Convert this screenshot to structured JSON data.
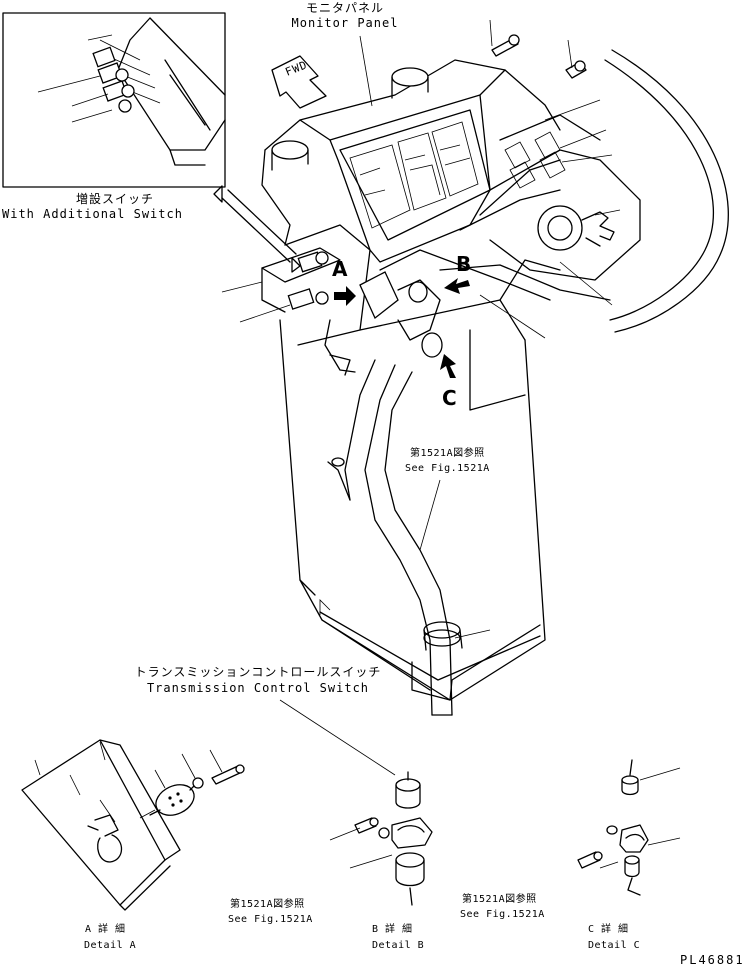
{
  "labels": {
    "monitor_panel_jp": "モニタパネル",
    "monitor_panel_en": "Monitor Panel",
    "fwd": "FWD",
    "additional_switch_jp": "増設スイッチ",
    "additional_switch_en": "With Additional Switch",
    "callout_a": "A",
    "callout_b": "B",
    "callout_c": "C",
    "see_fig_main_jp": "第1521A図参照",
    "see_fig_main_en": "See Fig.1521A",
    "transmission_switch_jp": "トランスミッションコントロールスイッチ",
    "transmission_switch_en": "Transmission Control Switch",
    "see_fig_b_jp": "第1521A図参照",
    "see_fig_b_en": "See Fig.1521A",
    "see_fig_c_jp": "第1521A図参照",
    "see_fig_c_en": "See Fig.1521A",
    "detail_a_jp": "A 詳 細",
    "detail_a_en": "Detail A",
    "detail_b_jp": "B 詳 細",
    "detail_b_en": "Detail B",
    "detail_c_jp": "C 詳 細",
    "detail_c_en": "Detail C",
    "part_code": "PL46881"
  }
}
